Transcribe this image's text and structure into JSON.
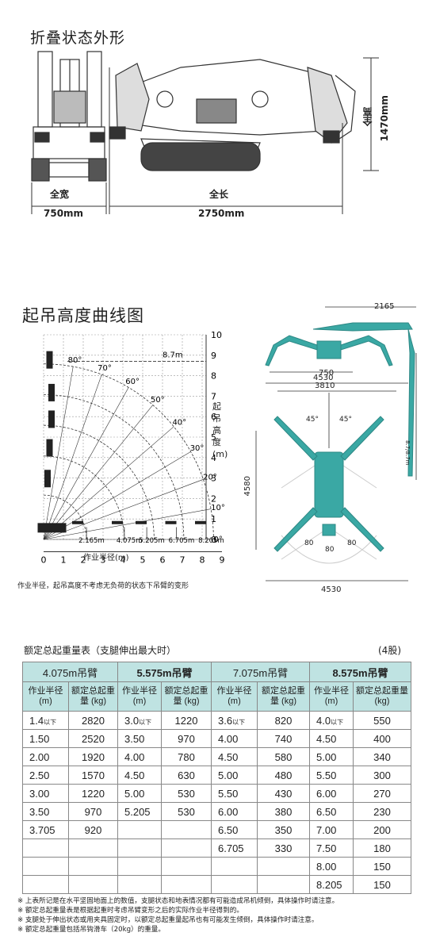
{
  "folded": {
    "title": "折叠状态外形",
    "labels": {
      "width_label": "全宽",
      "width_value": "750mm",
      "length_label": "全长",
      "length_value": "2750mm",
      "height_label": "全高",
      "height_value": "1470mm"
    }
  },
  "curve": {
    "title": "起吊高度曲线图",
    "x_axis_label": "作业半径(m)",
    "x_ticks": [
      "0",
      "1",
      "2",
      "3",
      "4",
      "5",
      "6",
      "7",
      "8",
      "9"
    ],
    "y_ticks": [
      "0",
      "1",
      "2",
      "3",
      "4",
      "5",
      "6",
      "7",
      "8",
      "9",
      "10"
    ],
    "y_axis_label": "起 吊 高 度 (m)",
    "angles": [
      "80°",
      "70°",
      "60°",
      "50°",
      "40°",
      "30°",
      "20°",
      "10°",
      "0°"
    ],
    "max_height": "8.7m",
    "radius_marks": [
      "2.165m",
      "4.075m",
      "5.205m",
      "6.705m",
      "8.205m"
    ],
    "note": "作业半径，起吊高度不考虑无负荷的状态下吊臂的变形"
  },
  "diagram": {
    "dims": {
      "top": "2165",
      "w750": "750",
      "w4530a": "4530",
      "w3810": "3810",
      "height_vert": "8.7/8.7m",
      "left_4580": "4580",
      "bottom_4530": "4530",
      "angle45a": "45°",
      "angle45b": "45°",
      "a80a": "80",
      "a80b": "80",
      "a80c": "80"
    }
  },
  "table": {
    "caption": "额定总起重量表（支腿伸出最大时）",
    "strands": "(4股)",
    "boom_headers": [
      "4.075m吊臂",
      "5.575m吊臂",
      "7.075m吊臂",
      "8.575m吊臂"
    ],
    "sub_radius": "作业半径 (m)",
    "sub_load": "额定总起重量 (kg)",
    "rows": [
      {
        "c1": "1.4",
        "c1s": "以下",
        "c2": "2820",
        "c3": "3.0",
        "c3s": "以下",
        "c4": "1220",
        "c5": "3.6",
        "c5s": "以下",
        "c6": "820",
        "c7": "4.0",
        "c7s": "以下",
        "c8": "550"
      },
      {
        "c1": "1.50",
        "c2": "2520",
        "c3": "3.50",
        "c4": "970",
        "c5": "4.00",
        "c6": "740",
        "c7": "4.50",
        "c8": "400"
      },
      {
        "c1": "2.00",
        "c2": "1920",
        "c3": "4.00",
        "c4": "780",
        "c5": "4.50",
        "c6": "580",
        "c7": "5.00",
        "c8": "340"
      },
      {
        "c1": "2.50",
        "c2": "1570",
        "c3": "4.50",
        "c4": "630",
        "c5": "5.00",
        "c6": "480",
        "c7": "5.50",
        "c8": "300"
      },
      {
        "c1": "3.00",
        "c2": "1220",
        "c3": "5.00",
        "c4": "530",
        "c5": "5.50",
        "c6": "430",
        "c7": "6.00",
        "c8": "270"
      },
      {
        "c1": "3.50",
        "c2": "970",
        "c3": "5.205",
        "c4": "530",
        "c5": "6.00",
        "c6": "380",
        "c7": "6.50",
        "c8": "230"
      },
      {
        "c1": "3.705",
        "c2": "920",
        "c3": "",
        "c4": "",
        "c5": "6.50",
        "c6": "350",
        "c7": "7.00",
        "c8": "200"
      },
      {
        "c1": "",
        "c2": "",
        "c3": "",
        "c4": "",
        "c5": "6.705",
        "c6": "330",
        "c7": "7.50",
        "c8": "180"
      },
      {
        "c1": "",
        "c2": "",
        "c3": "",
        "c4": "",
        "c5": "",
        "c6": "",
        "c7": "8.00",
        "c8": "150"
      },
      {
        "c1": "",
        "c2": "",
        "c3": "",
        "c4": "",
        "c5": "",
        "c6": "",
        "c7": "8.205",
        "c8": "150"
      }
    ],
    "notes": [
      "※ 上表所记是在水平坚固地面上的数值，支腿状态和地表情况都有可能造成吊机倾倒，具体操作时请注意。",
      "※ 额定总起重量表是根据起重时考虑吊臂变形之后的实际作业半径得到的。",
      "※ 支腿处于伸出状态或用夹具固定时，以额定总起重量起吊也有可能发生倾倒，具体操作时请注意。",
      "※ 额定总起重量包括吊钩滑车（20kg）的重量。"
    ]
  }
}
